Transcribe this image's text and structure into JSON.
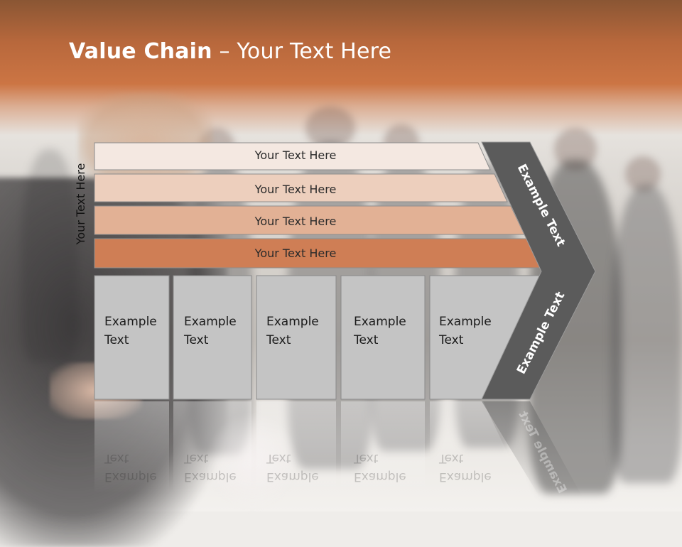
{
  "slide": {
    "title_bold": "Value Chain",
    "title_rest": " – Your Text Here",
    "side_label": "Your Text Here"
  },
  "bars": [
    {
      "label": "Your Text Here",
      "color": "#f4e8e1"
    },
    {
      "label": "Your Text Here",
      "color": "#edcfbd"
    },
    {
      "label": "Your Text Here",
      "color": "#e2b195"
    },
    {
      "label": "Your Text Here",
      "color": "#cf7e55"
    }
  ],
  "columns": [
    {
      "line1": "Example",
      "line2": "Text"
    },
    {
      "line1": "Example",
      "line2": "Text"
    },
    {
      "line1": "Example",
      "line2": "Text"
    },
    {
      "line1": "Example",
      "line2": "Text"
    },
    {
      "line1": "Example",
      "line2": "Text"
    }
  ],
  "chevron": {
    "upper_label": "Example Text",
    "lower_label": "Example Text",
    "color": "#5b5b5b"
  },
  "colors": {
    "title_band": "#cc7544",
    "column_fill": "#c4c4c4"
  }
}
